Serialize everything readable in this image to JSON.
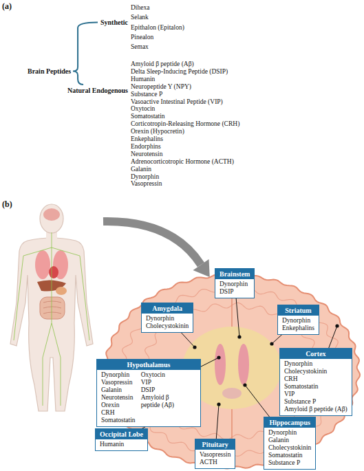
{
  "diagram": {
    "nodes": [
      {
        "text": [
          "Brainstem",
          "Dynorphin",
          "DSIP"
        ]
      },
      {
        "text": [
          "Amygdala",
          "Dynorphin",
          "Cholecystokinin"
        ]
      },
      {
        "text": [
          "Striatum",
          "Dynorphin",
          "Enkephalins"
        ]
      },
      {
        "text": [
          "Hypothalamus",
          "Dynorphin",
          "Vasopressin",
          "Galanin",
          "Neurotensin",
          "Orexin",
          "CRH",
          "Somatostatin",
          "Oxytocin",
          "VIP",
          "DSIP",
          "Amyloid β peptide (Aβ)"
        ]
      },
      {
        "text": [
          "Cortex",
          "Dynorphin",
          "Cholecystokinin",
          "CRH",
          "Somatostatin",
          "VIP",
          "Substance P",
          "Amyloid β peptide (Aβ)"
        ]
      },
      {
        "text": [
          "Occipital Lobe",
          "Humanin"
        ]
      },
      {
        "text": [
          "Hippocampus",
          "Dynorphin",
          "Galanin",
          "Cholecystokinin",
          "Somatostatin",
          "Substance P"
        ]
      },
      {
        "text": [
          "Pituitary",
          "Vasopressin",
          "ACTH"
        ]
      }
    ],
    "labels": [
      "(a)",
      "Synthetic",
      "Dihexa",
      "Selank",
      "Epithalon (Epitalon)",
      "Pinealon",
      "Semax",
      "Brain Peptides",
      "Natural Endogenous",
      "Amyloid β peptide (Aβ)",
      "Delta Sleep-Inducing Peptide (DSIP)",
      "Humanin",
      "Neuropeptide Y (NPY)",
      "Substance P",
      "Vasoactive Intestinal Peptide (VIP)",
      "Oxytocin",
      "Somatostatin",
      "Corticotropin-Releasing Hormone (CRH)",
      "Orexin (Hypocretin)",
      "Enkephalins",
      "Endorphins",
      "Neurotensin",
      "Adrenocorticotropic Hormone (ACTH)",
      "Galanin",
      "Dynorphin",
      "Vasopressin",
      "(b)"
    ]
  }
}
